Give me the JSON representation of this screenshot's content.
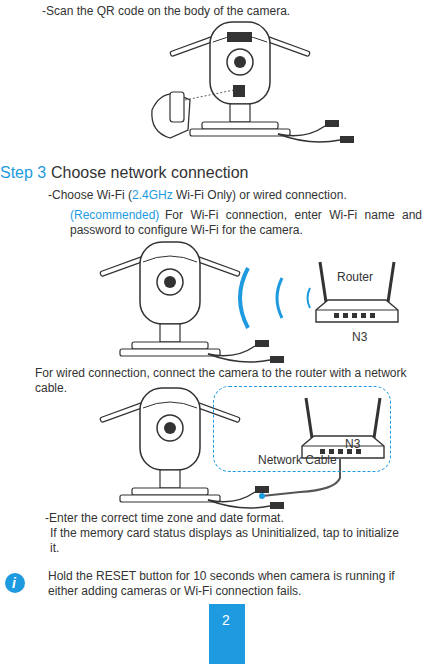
{
  "diagram": {
    "nodes": [
      {
        "text": [
          "N3",
          "Network Cable"
        ]
      },
      {
        "text": [
          "i"
        ]
      },
      {
        "text": [
          "2"
        ]
      }
    ],
    "labels": [
      "-Scan the QR code on the body of the camera.",
      "Step 3",
      "Choose network connection",
      "-Choose Wi-Fi (",
      "2.4GHz",
      "Wi-Fi Only) or wired connection.",
      "(Recommended)",
      "For Wi-Fi connection, enter Wi-Fi name and password to configure Wi-Fi for the camera.",
      "Router",
      "N3",
      "For wired connection, connect the camera to the router with a network cable.",
      "-Enter the correct time zone and date format.",
      "If the memory card status displays as Uninitialized, tap to initialize it.",
      "Hold the RESET button for 10 seconds when camera is running if either adding cameras or Wi-Fi connection fails."
    ]
  }
}
